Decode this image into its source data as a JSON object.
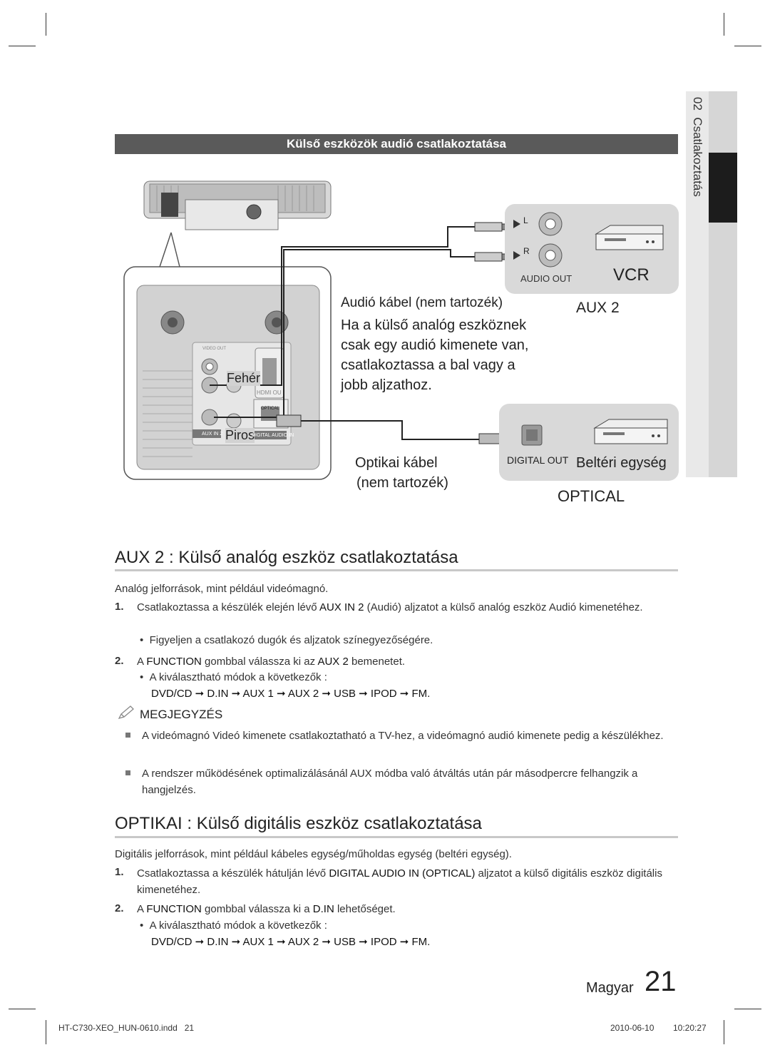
{
  "side_tab": {
    "number": "02",
    "label": "Csatlakoztatás"
  },
  "section_header": "Külső eszközök audió csatlakoztatása",
  "diagram": {
    "cable_audio_label": "Audió kábel (nem tartozék)",
    "cable_audio_desc": [
      "Ha a külső analóg eszköznek",
      "csak egy audió kimenete van,",
      "csatlakoztassa a bal vagy a",
      "jobb aljzathoz."
    ],
    "white_label": "Fehér",
    "red_label": "Piros",
    "port_l": "L",
    "port_r": "R",
    "audio_out_label": "AUDIO OUT",
    "vcr_label": "VCR",
    "aux2_label": "AUX 2",
    "digital_out_label": "DIGITAL OUT",
    "indoor_unit_label": "Beltéri egység",
    "optical_cable_label": "Optikai kábel",
    "optical_cable_note": "nem tartozék)",
    "optical_label": "OPTICAL",
    "panel_aux_in_label": "AUX IN 2",
    "panel_digital_in_label": "DIGITAL AUDIO IN",
    "panel_optical_label": "OPTICAL",
    "panel_hdmi_label": "HDMI OU",
    "panel_video_out_label": "VIDEO OUT"
  },
  "aux2": {
    "title": "AUX 2 : Külső analóg eszköz csatlakoztatása",
    "intro": "Analóg jelforrások, mint például videómagnó.",
    "step1_num": "1.",
    "step1_a": "Csatlakoztassa a készülék elején lévő ",
    "step1_b": "AUX IN 2",
    "step1_c": " (Audió) aljzatot a külső analóg eszköz Audió kimenetéhez.",
    "step1_bullet": "Figyeljen a csatlakozó dugók és aljzatok színegyezőségére.",
    "step2_num": "2.",
    "step2_a": "A ",
    "step2_b": "FUNCTION",
    "step2_c": " gombbal válassza ki az ",
    "step2_d": "AUX 2",
    "step2_e": " bemenetet.",
    "step2_bullet": "A kiválasztható módok a következők :",
    "sequence": "DVD/CD ➞ D.IN ➞ AUX 1 ➞ AUX 2 ➞ USB ➞ IPOD ➞ FM.",
    "note_title": "MEGJEGYZÉS",
    "notes": [
      "A videómagnó Videó kimenete csatlakoztatható a TV-hez, a videómagnó audió kimenete pedig a készülékhez.",
      "A rendszer működésének optimalizálásánál AUX módba való átváltás után pár másodpercre felhangzik a hangjelzés."
    ]
  },
  "optical": {
    "title": "OPTIKAI : Külső digitális eszköz csatlakoztatása",
    "intro": "Digitális jelforrások, mint például kábeles egység/műholdas egység (beltéri egység).",
    "step1_num": "1.",
    "step1_a": "Csatlakoztassa a készülék hátulján lévő ",
    "step1_b": "DIGITAL AUDIO IN (OPTICAL)",
    "step1_c": " aljzatot a külső digitális eszköz digitális kimenetéhez.",
    "step2_num": "2.",
    "step2_a": "A ",
    "step2_b": "FUNCTION",
    "step2_c": " gombbal válassza ki a ",
    "step2_d": "D.IN",
    "step2_e": " lehetőséget.",
    "step2_bullet": "A kiválasztható módok a következők :",
    "sequence": "DVD/CD ➞ D.IN ➞ AUX 1 ➞ AUX 2 ➞ USB ➞ IPOD ➞ FM."
  },
  "footer": {
    "language": "Magyar",
    "page_number": "21",
    "file_name": "HT-C730-XEO_HUN-0610.indd   21",
    "date": "2010-06-10",
    "time": "10:20:27"
  }
}
